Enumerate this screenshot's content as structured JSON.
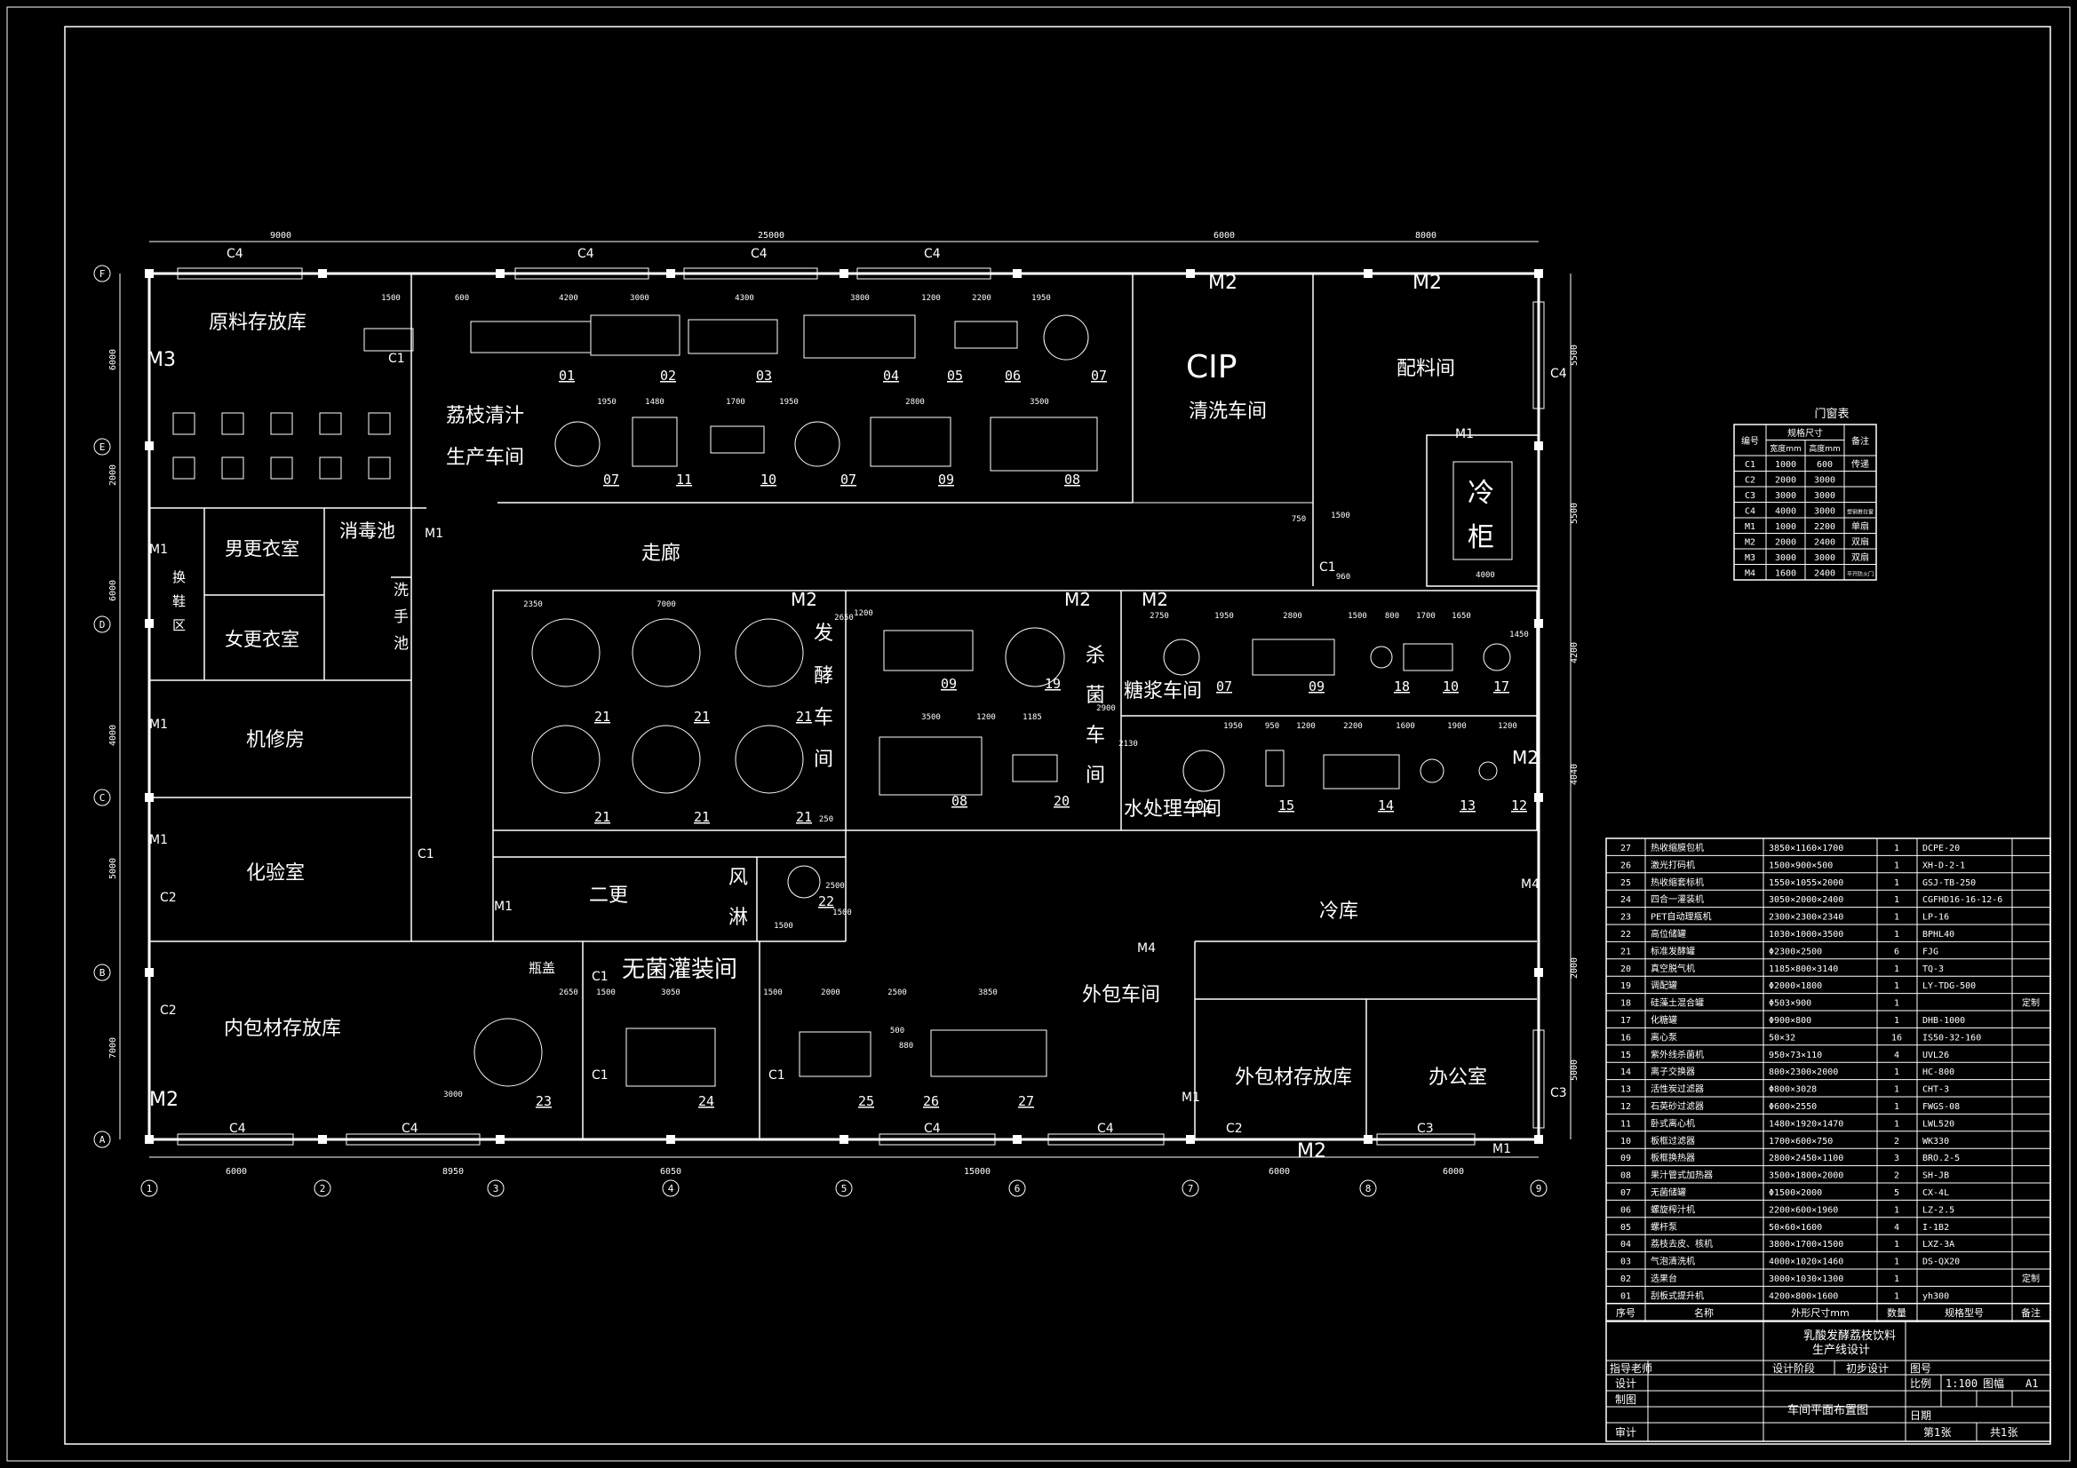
{
  "drawing": {
    "rooms": {
      "raw_store": "原料存放库",
      "juice_1": "荔枝清汁",
      "juice_2": "生产车间",
      "cip": "CIP",
      "cip_2": "清洗车间",
      "mixing": "配料间",
      "cold_cab_1": "冷",
      "cold_cab_2": "柜",
      "corridor": "走廊",
      "male_change": "男更衣室",
      "female_change": "女更衣室",
      "disinfect": "消毒池",
      "shoe": [
        "换",
        "鞋",
        "区"
      ],
      "handwash": [
        "洗",
        "手",
        "池"
      ],
      "repair": "机修房",
      "lab": "化验室",
      "ferment": [
        "发",
        "酵",
        "车",
        "间"
      ],
      "sterilize": [
        "杀",
        "菌",
        "车",
        "间"
      ],
      "syrup": "糖浆车间",
      "water": "水处理车间",
      "change2": "二更",
      "airshower": [
        "风",
        "淋"
      ],
      "aseptic": "无菌灌装间",
      "inner_pack": "内包材存放库",
      "outer_workshop": "外包车间",
      "cold_store": "冷库",
      "outer_pack": "外包材存放库",
      "office": "办公室",
      "cap": "瓶盖"
    },
    "grid_rows": [
      "F",
      "E",
      "D",
      "C",
      "B",
      "A"
    ],
    "grid_cols": [
      "1",
      "2",
      "3",
      "4",
      "5",
      "6",
      "7",
      "8",
      "9"
    ],
    "top_dims": [
      "9000",
      "25000",
      "6000",
      "8000"
    ],
    "bottom_dims": [
      "6000",
      "8950",
      "6050",
      "15000",
      "6000",
      "6000"
    ],
    "left_dims": [
      "6000",
      "2000",
      "6000",
      "4000",
      "5000",
      "7000"
    ],
    "right_dims": [
      "5500",
      "5500",
      "4200",
      "4040",
      "2000",
      "5000"
    ],
    "doors": {
      "m1": "M1",
      "m2": "M2",
      "m3": "M3",
      "m4": "M4",
      "c1": "C1",
      "c2": "C2",
      "c3": "C3",
      "c4": "C4"
    },
    "equipment_labels": [
      "01",
      "02",
      "03",
      "04",
      "05",
      "06",
      "07",
      "07",
      "11",
      "10",
      "07",
      "09",
      "08",
      "21",
      "21",
      "21",
      "21",
      "21",
      "21",
      "09",
      "19",
      "08",
      "20",
      "07",
      "09",
      "18",
      "10",
      "17",
      "07",
      "15",
      "14",
      "13",
      "12",
      "22",
      "23",
      "24",
      "25",
      "26",
      "27"
    ],
    "dims_row1": [
      "1500",
      "600",
      "4200",
      "3000",
      "4300",
      "3800",
      "1200",
      "2200",
      "1950"
    ],
    "dims_row2": [
      "1950",
      "1480",
      "1700",
      "1950",
      "2800",
      "3500"
    ],
    "dims_misc": [
      "2350",
      "7000",
      "2650",
      "1200",
      "2750",
      "1950",
      "2800",
      "1500",
      "800",
      "1700",
      "1650",
      "3500",
      "1200",
      "1185",
      "1950",
      "950",
      "1200",
      "2200",
      "1600",
      "1900",
      "1200",
      "2650",
      "1500",
      "3050",
      "1500",
      "2000",
      "2500",
      "3850",
      "3000",
      "1500",
      "2500",
      "1450",
      "2900",
      "250",
      "750",
      "1500",
      "4000",
      "960",
      "2130",
      "1500",
      "500",
      "880"
    ]
  },
  "door_table": {
    "title": "门窗表",
    "headers": {
      "no": "编号",
      "spec": "规格尺寸",
      "w": "宽度mm",
      "h": "高度mm",
      "note": "备注"
    },
    "rows": [
      {
        "no": "C1",
        "w": "1000",
        "h": "600",
        "note": "传递"
      },
      {
        "no": "C2",
        "w": "2000",
        "h": "3000",
        "note": ""
      },
      {
        "no": "C3",
        "w": "3000",
        "h": "3000",
        "note": ""
      },
      {
        "no": "C4",
        "w": "4000",
        "h": "3000",
        "note": "塑钢推拉窗"
      },
      {
        "no": "M1",
        "w": "1000",
        "h": "2200",
        "note": "单扇"
      },
      {
        "no": "M2",
        "w": "2000",
        "h": "2400",
        "note": "双扇"
      },
      {
        "no": "M3",
        "w": "3000",
        "h": "3000",
        "note": "双扇"
      },
      {
        "no": "M4",
        "w": "1600",
        "h": "2400",
        "note": "平开防火门"
      }
    ]
  },
  "equipment_table": {
    "headers": {
      "no": "序号",
      "name": "名称",
      "size": "外形尺寸mm",
      "qty": "数量",
      "model": "规格型号",
      "note": "备注"
    },
    "rows": [
      {
        "no": "27",
        "name": "热收缩膜包机",
        "size": "3850×1160×1700",
        "qty": "1",
        "model": "DCPE-20",
        "note": ""
      },
      {
        "no": "26",
        "name": "激光打码机",
        "size": "1500×900×500",
        "qty": "1",
        "model": "XH-D-2-1",
        "note": ""
      },
      {
        "no": "25",
        "name": "热收缩套标机",
        "size": "1550×1055×2000",
        "qty": "1",
        "model": "GSJ-TB-250",
        "note": ""
      },
      {
        "no": "24",
        "name": "四合一灌装机",
        "size": "3050×2000×2400",
        "qty": "1",
        "model": "CGFHD16-16-12-6",
        "note": ""
      },
      {
        "no": "23",
        "name": "PET自动理瓶机",
        "size": "2300×2300×2340",
        "qty": "1",
        "model": "LP-16",
        "note": ""
      },
      {
        "no": "22",
        "name": "高位储罐",
        "size": "1030×1000×3500",
        "qty": "1",
        "model": "BPHL40",
        "note": ""
      },
      {
        "no": "21",
        "name": "标准发酵罐",
        "size": "Φ2300×2500",
        "qty": "6",
        "model": "FJG",
        "note": ""
      },
      {
        "no": "20",
        "name": "真空脱气机",
        "size": "1185×800×3140",
        "qty": "1",
        "model": "TQ-3",
        "note": ""
      },
      {
        "no": "19",
        "name": "调配罐",
        "size": "Φ2000×1800",
        "qty": "1",
        "model": "LY-TDG-500",
        "note": ""
      },
      {
        "no": "18",
        "name": "硅藻土混合罐",
        "size": "Φ503×900",
        "qty": "1",
        "model": "",
        "note": "定制"
      },
      {
        "no": "17",
        "name": "化糖罐",
        "size": "Φ900×800",
        "qty": "1",
        "model": "DHB-1000",
        "note": ""
      },
      {
        "no": "16",
        "name": "离心泵",
        "size": "50×32",
        "qty": "16",
        "model": "IS50-32-160",
        "note": ""
      },
      {
        "no": "15",
        "name": "紫外线杀菌机",
        "size": "950×73×110",
        "qty": "4",
        "model": "UVL26",
        "note": ""
      },
      {
        "no": "14",
        "name": "离子交换器",
        "size": "800×2300×2000",
        "qty": "1",
        "model": "HC-800",
        "note": ""
      },
      {
        "no": "13",
        "name": "活性炭过滤器",
        "size": "Φ800×3028",
        "qty": "1",
        "model": "CHT-3",
        "note": ""
      },
      {
        "no": "12",
        "name": "石英砂过滤器",
        "size": "Φ600×2550",
        "qty": "1",
        "model": "FWGS-08",
        "note": ""
      },
      {
        "no": "11",
        "name": "卧式离心机",
        "size": "1480×1920×1470",
        "qty": "1",
        "model": "LWL520",
        "note": ""
      },
      {
        "no": "10",
        "name": "板框过滤器",
        "size": "1700×600×750",
        "qty": "2",
        "model": "WK330",
        "note": ""
      },
      {
        "no": "09",
        "name": "板框换热器",
        "size": "2800×2450×1100",
        "qty": "3",
        "model": "BRO.2-5",
        "note": ""
      },
      {
        "no": "08",
        "name": "果汁管式加热器",
        "size": "3500×1800×2000",
        "qty": "2",
        "model": "SH-JB",
        "note": ""
      },
      {
        "no": "07",
        "name": "无菌储罐",
        "size": "Φ1500×2000",
        "qty": "5",
        "model": "CX-4L",
        "note": ""
      },
      {
        "no": "06",
        "name": "螺旋榨汁机",
        "size": "2200×600×1960",
        "qty": "1",
        "model": "LZ-2.5",
        "note": ""
      },
      {
        "no": "05",
        "name": "螺杆泵",
        "size": "50×60×1600",
        "qty": "4",
        "model": "I-1B2",
        "note": ""
      },
      {
        "no": "04",
        "name": "荔枝去皮、核机",
        "size": "3800×1700×1500",
        "qty": "1",
        "model": "LXZ-3A",
        "note": ""
      },
      {
        "no": "03",
        "name": "气泡清洗机",
        "size": "4000×1020×1460",
        "qty": "1",
        "model": "DS-QX20",
        "note": ""
      },
      {
        "no": "02",
        "name": "选果台",
        "size": "3000×1030×1300",
        "qty": "1",
        "model": "",
        "note": "定制"
      },
      {
        "no": "01",
        "name": "刮板式提升机",
        "size": "4200×800×1600",
        "qty": "1",
        "model": "yh300",
        "note": ""
      }
    ]
  },
  "title_block": {
    "project_1": "乳酸发酵荔枝饮料",
    "project_2": "生产线设计",
    "instructor": "指导老师",
    "stage_label": "设计阶段",
    "stage_value": "初步设计",
    "drawing_no": "图号",
    "design": "设计",
    "scale_label": "比例",
    "scale_value": "1:100",
    "size_label": "图幅",
    "size_value": "A1",
    "draft": "制图",
    "drawing_name": "车间平面布置图",
    "date": "日期",
    "review": "审计",
    "sheet": "第1张",
    "total": "共1张"
  }
}
